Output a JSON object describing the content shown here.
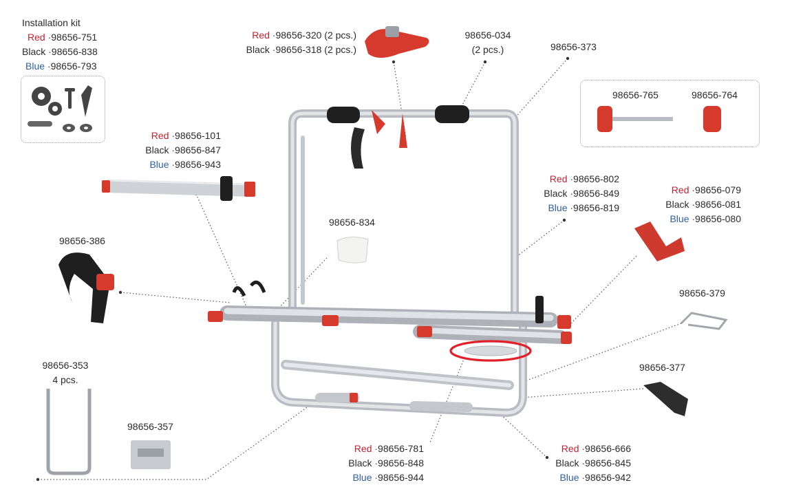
{
  "colors": {
    "red": "#c8202f",
    "blue": "#2e5fa3",
    "text": "#2b2b2b",
    "frame": "#c9ccd1",
    "accent_part": "#d63a2c",
    "black_part": "#1f1f1f"
  },
  "install_kit": {
    "title": "Installation kit",
    "rows": [
      {
        "color": "Red",
        "sep": "·",
        "code": "98656-751"
      },
      {
        "color": "Black",
        "sep": "·",
        "code": "98656-838"
      },
      {
        "color": "Blue",
        "sep": "·",
        "code": "98656-793"
      }
    ]
  },
  "strap_320": {
    "rows": [
      {
        "color": "Red",
        "sep": "·",
        "code": "98656-320 (2 pcs.)"
      },
      {
        "color": "Black",
        "sep": "·",
        "code": "98656-318 (2 pcs.)"
      }
    ]
  },
  "part_034": {
    "code": "98656-034",
    "qty": "(2 pcs.)"
  },
  "part_373": {
    "code": "98656-373"
  },
  "knobs": {
    "left_code": "98656-765",
    "right_code": "98656-764"
  },
  "rail_101": {
    "rows": [
      {
        "color": "Red",
        "sep": "·",
        "code": "98656-101"
      },
      {
        "color": "Black",
        "sep": "·",
        "code": "98656-847"
      },
      {
        "color": "Blue",
        "sep": "·",
        "code": "98656-943"
      }
    ]
  },
  "part_802": {
    "rows": [
      {
        "color": "Red",
        "sep": "·",
        "code": "98656-802"
      },
      {
        "color": "Black",
        "sep": "·",
        "code": "98656-849"
      },
      {
        "color": "Blue",
        "sep": "·",
        "code": "98656-819"
      }
    ]
  },
  "part_079": {
    "rows": [
      {
        "color": "Red",
        "sep": "·",
        "code": "98656-079"
      },
      {
        "color": "Black",
        "sep": "·",
        "code": "98656-081"
      },
      {
        "color": "Blue",
        "sep": "·",
        "code": "98656-080"
      }
    ]
  },
  "part_834": {
    "code": "98656-834"
  },
  "part_386": {
    "code": "98656-386"
  },
  "part_379": {
    "code": "98656-379"
  },
  "part_377": {
    "code": "98656-377"
  },
  "part_353": {
    "code": "98656-353",
    "qty": "4 pcs."
  },
  "part_357": {
    "code": "98656-357"
  },
  "part_781": {
    "rows": [
      {
        "color": "Red",
        "sep": "·",
        "code": "98656-781"
      },
      {
        "color": "Black",
        "sep": "·",
        "code": "98656-848"
      },
      {
        "color": "Blue",
        "sep": "·",
        "code": "98656-944"
      }
    ]
  },
  "part_666": {
    "rows": [
      {
        "color": "Red",
        "sep": "·",
        "code": "98656-666"
      },
      {
        "color": "Black",
        "sep": "·",
        "code": "98656-845"
      },
      {
        "color": "Blue",
        "sep": "·",
        "code": "98656-942"
      }
    ]
  }
}
